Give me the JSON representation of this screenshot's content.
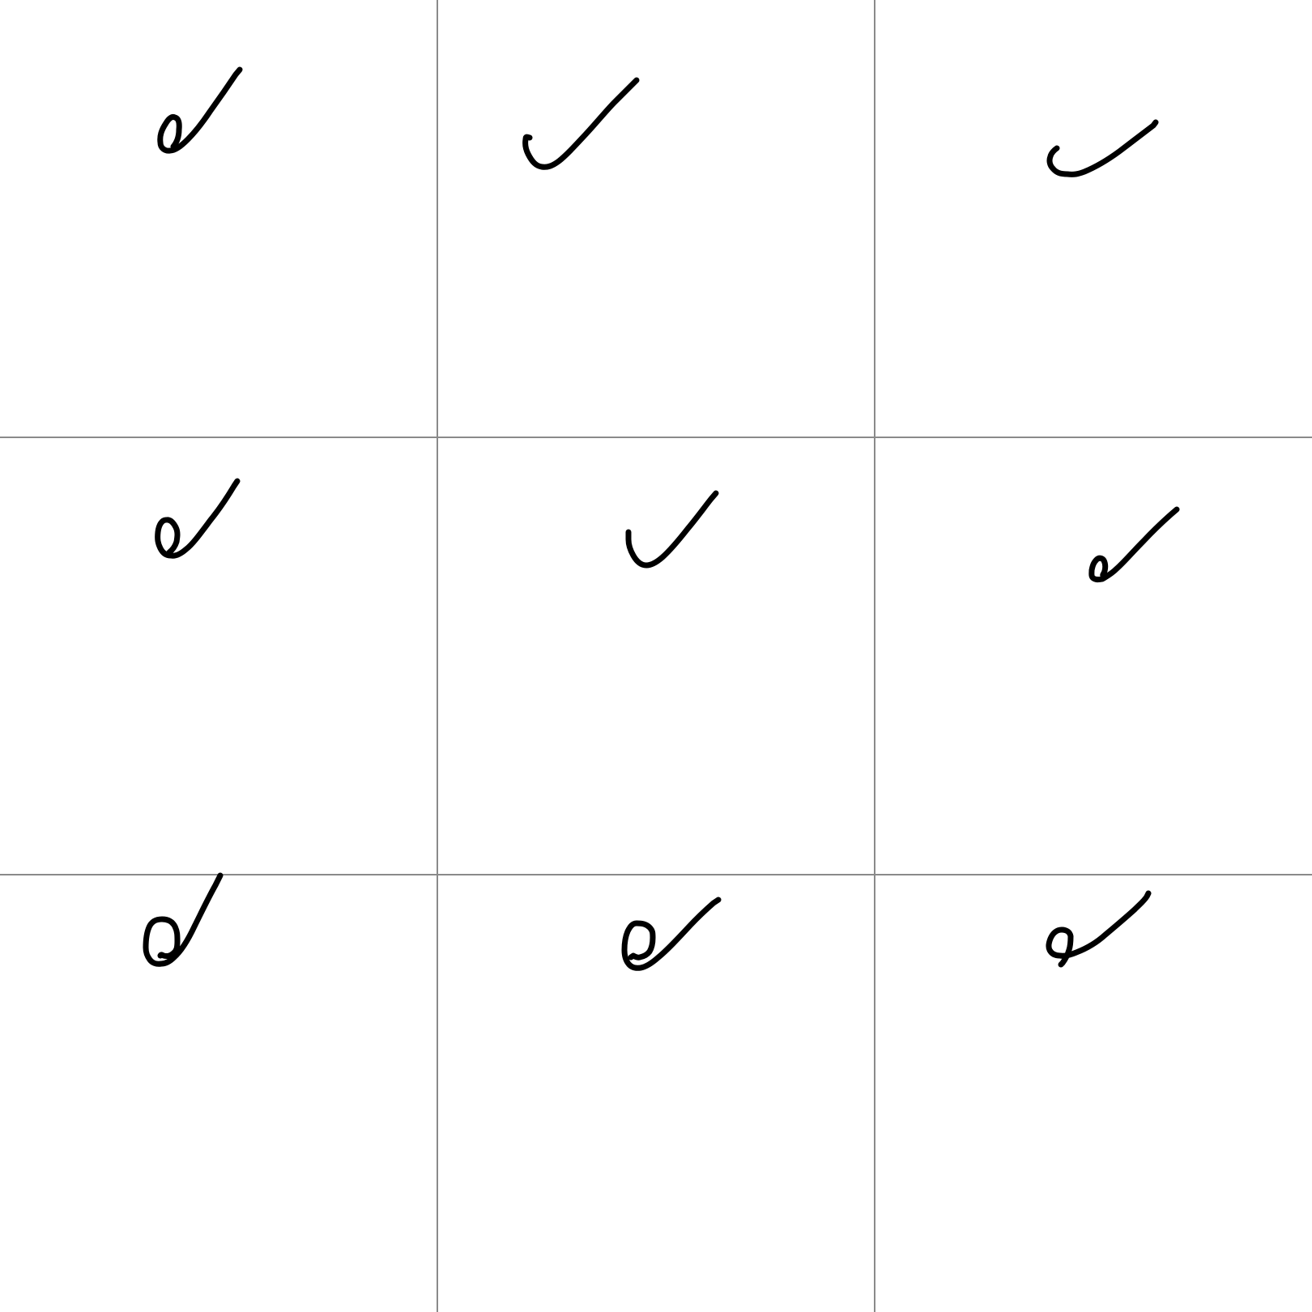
{
  "canvas": {
    "background": "#ffffff",
    "grid_color": "#8a8a8a",
    "stroke_color": "#000000",
    "rows": 3,
    "columns": 3
  },
  "cells": [
    {
      "row": 1,
      "column": 1,
      "mark": "checkmark-icon"
    },
    {
      "row": 1,
      "column": 2,
      "mark": "checkmark-icon"
    },
    {
      "row": 1,
      "column": 3,
      "mark": "checkmark-icon"
    },
    {
      "row": 2,
      "column": 1,
      "mark": "checkmark-icon"
    },
    {
      "row": 2,
      "column": 2,
      "mark": "checkmark-icon"
    },
    {
      "row": 2,
      "column": 3,
      "mark": "checkmark-icon"
    },
    {
      "row": 3,
      "column": 1,
      "mark": "checkmark-icon"
    },
    {
      "row": 3,
      "column": 2,
      "mark": "checkmark-icon"
    },
    {
      "row": 3,
      "column": 3,
      "mark": "checkmark-icon"
    }
  ]
}
